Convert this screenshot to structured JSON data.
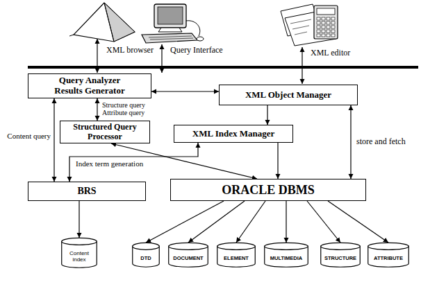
{
  "diagram": {
    "nodes": [
      {
        "text": [
          "Query Analyzer Results Generator"
        ]
      },
      {
        "text": [
          "XML Object Manager"
        ]
      },
      {
        "text": [
          "Structured Query Processor"
        ]
      },
      {
        "text": [
          "XML Index Manager"
        ]
      },
      {
        "text": [
          "BRS"
        ]
      },
      {
        "text": [
          "ORACLE DBMS"
        ]
      },
      {
        "text": [
          "Content index"
        ]
      },
      {
        "text": [
          "DTD"
        ]
      },
      {
        "text": [
          "DOCUMENT"
        ]
      },
      {
        "text": [
          "ELEMENT"
        ]
      },
      {
        "text": [
          "MULTIMEDIA"
        ]
      },
      {
        "text": [
          "STRUCTURE"
        ]
      },
      {
        "text": [
          "ATTRIBUTE"
        ]
      }
    ],
    "edges": [
      {
        "from": 0,
        "to": 1,
        "arrow": "both"
      },
      {
        "from": 0,
        "to": 2,
        "label": "Structure query Attribute query",
        "arrow": "both"
      },
      {
        "from": 0,
        "to": 4,
        "label": "Content query",
        "arrow": "both"
      },
      {
        "from": 1,
        "to": 3,
        "arrow": "to"
      },
      {
        "from": 1,
        "to": 5,
        "label": "store and fetch",
        "arrow": "both"
      },
      {
        "from": 2,
        "to": 5,
        "arrow": "both"
      },
      {
        "from": 3,
        "to": 5,
        "arrow": "to"
      },
      {
        "from": 3,
        "to": 4,
        "label": "Index term generation",
        "arrow": "both"
      },
      {
        "from": 4,
        "to": 6,
        "arrow": "to"
      },
      {
        "from": 5,
        "to": 7,
        "arrow": "to"
      },
      {
        "from": 5,
        "to": 8,
        "arrow": "to"
      },
      {
        "from": 5,
        "to": 9,
        "arrow": "to"
      },
      {
        "from": 5,
        "to": 10,
        "arrow": "to"
      },
      {
        "from": 5,
        "to": 11,
        "arrow": "to"
      },
      {
        "from": 5,
        "to": 12,
        "arrow": "to"
      }
    ],
    "labels": [
      "XML browser",
      "Query Interface",
      "XML editor"
    ]
  }
}
